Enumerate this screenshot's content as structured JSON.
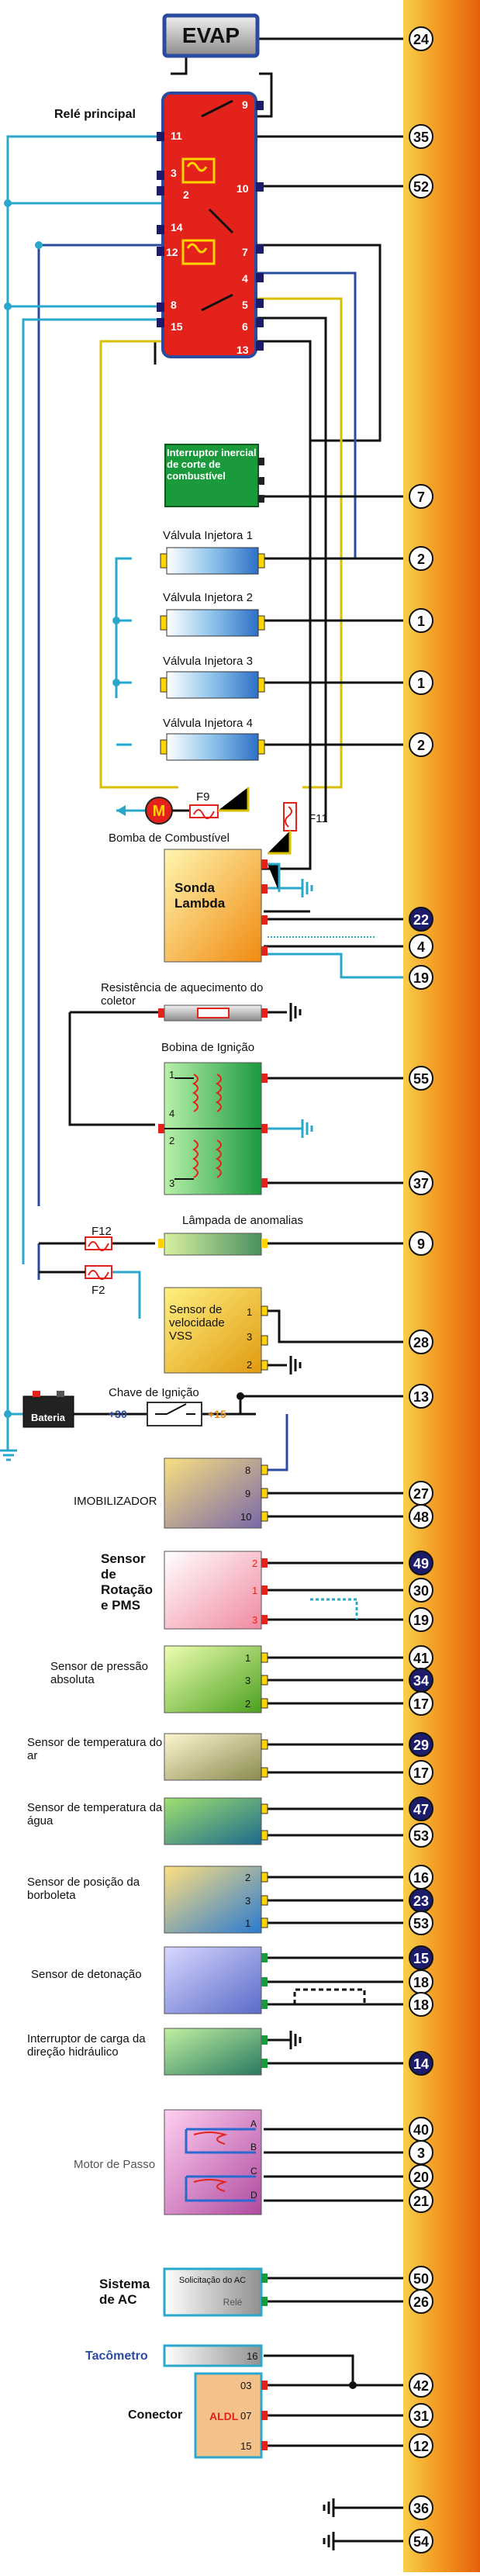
{
  "colors": {
    "connector_bar_top": "#f6c040",
    "connector_bar_bottom": "#ea6a10",
    "relay_red": "#e3231b",
    "wire_blue": "#2aa8cc",
    "wire_navy": "#3a4f9a",
    "wire_yellow": "#d8c000",
    "pin_dark": "#1c1c6a"
  },
  "icons": [
    "ground-icon",
    "fuel-pump-motor-icon",
    "fuse-icon",
    "switch-icon",
    "battery-icon",
    "coil-icon"
  ],
  "evap": {
    "label": "EVAP"
  },
  "relay": {
    "title": "Relé principal",
    "pins": [
      "11",
      "3",
      "2",
      "14",
      "12",
      "8",
      "15",
      "9",
      "10",
      "7",
      "4",
      "5",
      "6",
      "13"
    ]
  },
  "inertia_switch": {
    "label": "Interruptor inercial de corte de combustível"
  },
  "injectors": [
    "Válvula Injetora 1",
    "Válvula Injetora 2",
    "Válvula Injetora 3",
    "Válvula Injetora 4"
  ],
  "fuel_pump": {
    "motor": "M",
    "fuse_label": "F9",
    "fuse2_label": "F11",
    "label": "Bomba de Combustível"
  },
  "lambda": {
    "label": "Sonda Lambda"
  },
  "heater": {
    "label": "Resistência de aquecimento do coletor"
  },
  "coil": {
    "label": "Bobina de Ignição",
    "pins": [
      "1",
      "4",
      "2",
      "3"
    ]
  },
  "mil": {
    "label": "Lâmpada de anomalias"
  },
  "fuses": {
    "f12": "F12",
    "f2": "F2"
  },
  "vss": {
    "label": "Sensor de velocidade VSS",
    "pins": [
      "1",
      "3",
      "2"
    ]
  },
  "ignition": {
    "label": "Chave de Ignição",
    "left": "+30",
    "right": "+15"
  },
  "battery": {
    "label": "Bateria"
  },
  "immobilizer": {
    "label": "IMOBILIZADOR",
    "pins": [
      "8",
      "9",
      "10"
    ]
  },
  "rpm_sensor": {
    "label": "Sensor de Rotação e PMS",
    "pins": [
      "2",
      "1",
      "3"
    ]
  },
  "map_sensor": {
    "label": "Sensor de pressão absoluta",
    "pins": [
      "1",
      "3",
      "2"
    ]
  },
  "air_temp": {
    "label": "Sensor de temperatura do ar"
  },
  "water_temp": {
    "label": "Sensor de temperatura da água"
  },
  "tps": {
    "label": "Sensor de posição da borboleta",
    "pins": [
      "2",
      "3",
      "1"
    ]
  },
  "knock": {
    "label": "Sensor de detonação"
  },
  "power_steering": {
    "label": "Interruptor de carga da direção hidráulico"
  },
  "stepper": {
    "label": "Motor de Passo",
    "pins": [
      "A",
      "B",
      "C",
      "D"
    ]
  },
  "ac": {
    "label": "Sistema de AC",
    "request": "Solicitação do AC",
    "relay": "Relé"
  },
  "tacho": {
    "label": "Tacômetro",
    "pin": "16"
  },
  "aldl": {
    "label": "Conector",
    "inner": "ALDL",
    "pins": [
      "03",
      "07",
      "15"
    ]
  },
  "ecu_pins": [
    {
      "n": "24",
      "dark": false
    },
    {
      "n": "35",
      "dark": false
    },
    {
      "n": "52",
      "dark": false
    },
    {
      "n": "7",
      "dark": false
    },
    {
      "n": "2",
      "dark": false
    },
    {
      "n": "1",
      "dark": false
    },
    {
      "n": "1",
      "dark": false
    },
    {
      "n": "2",
      "dark": false
    },
    {
      "n": "22",
      "dark": true
    },
    {
      "n": "4",
      "dark": false
    },
    {
      "n": "19",
      "dark": false
    },
    {
      "n": "55",
      "dark": false
    },
    {
      "n": "37",
      "dark": false
    },
    {
      "n": "9",
      "dark": false
    },
    {
      "n": "28",
      "dark": false
    },
    {
      "n": "13",
      "dark": false
    },
    {
      "n": "27",
      "dark": false
    },
    {
      "n": "48",
      "dark": false
    },
    {
      "n": "49",
      "dark": true
    },
    {
      "n": "30",
      "dark": false
    },
    {
      "n": "19",
      "dark": false
    },
    {
      "n": "41",
      "dark": false
    },
    {
      "n": "34",
      "dark": true
    },
    {
      "n": "17",
      "dark": false
    },
    {
      "n": "29",
      "dark": true
    },
    {
      "n": "17",
      "dark": false
    },
    {
      "n": "47",
      "dark": true
    },
    {
      "n": "53",
      "dark": false
    },
    {
      "n": "16",
      "dark": false
    },
    {
      "n": "23",
      "dark": true
    },
    {
      "n": "53",
      "dark": false
    },
    {
      "n": "15",
      "dark": true
    },
    {
      "n": "18",
      "dark": false
    },
    {
      "n": "18",
      "dark": false
    },
    {
      "n": "14",
      "dark": true
    },
    {
      "n": "40",
      "dark": false
    },
    {
      "n": "3",
      "dark": false
    },
    {
      "n": "20",
      "dark": false
    },
    {
      "n": "21",
      "dark": false
    },
    {
      "n": "50",
      "dark": false
    },
    {
      "n": "26",
      "dark": false
    },
    {
      "n": "42",
      "dark": false
    },
    {
      "n": "31",
      "dark": false
    },
    {
      "n": "12",
      "dark": false
    },
    {
      "n": "36",
      "dark": false
    },
    {
      "n": "54",
      "dark": false
    }
  ]
}
